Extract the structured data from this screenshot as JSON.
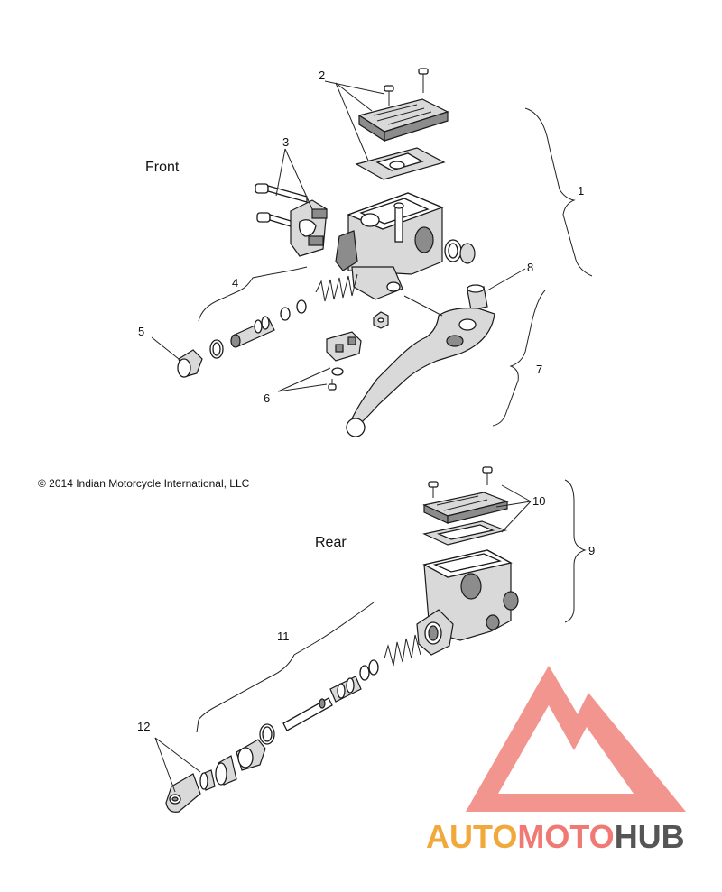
{
  "sections": {
    "front": "Front",
    "rear": "Rear"
  },
  "copyright": "© 2014 Indian Motorcycle International, LLC",
  "callouts": {
    "c1": "1",
    "c2": "2",
    "c3": "3",
    "c4": "4",
    "c5": "5",
    "c6": "6",
    "c7": "7",
    "c8": "8",
    "c9": "9",
    "c10": "10",
    "c11": "11",
    "c12": "12"
  },
  "watermark": {
    "part1": "AUTO",
    "part2": "MOTO",
    "part3": "HUB",
    "color_orange": "#f2a93b",
    "color_red": "#f07a73",
    "color_gray": "#555555"
  }
}
